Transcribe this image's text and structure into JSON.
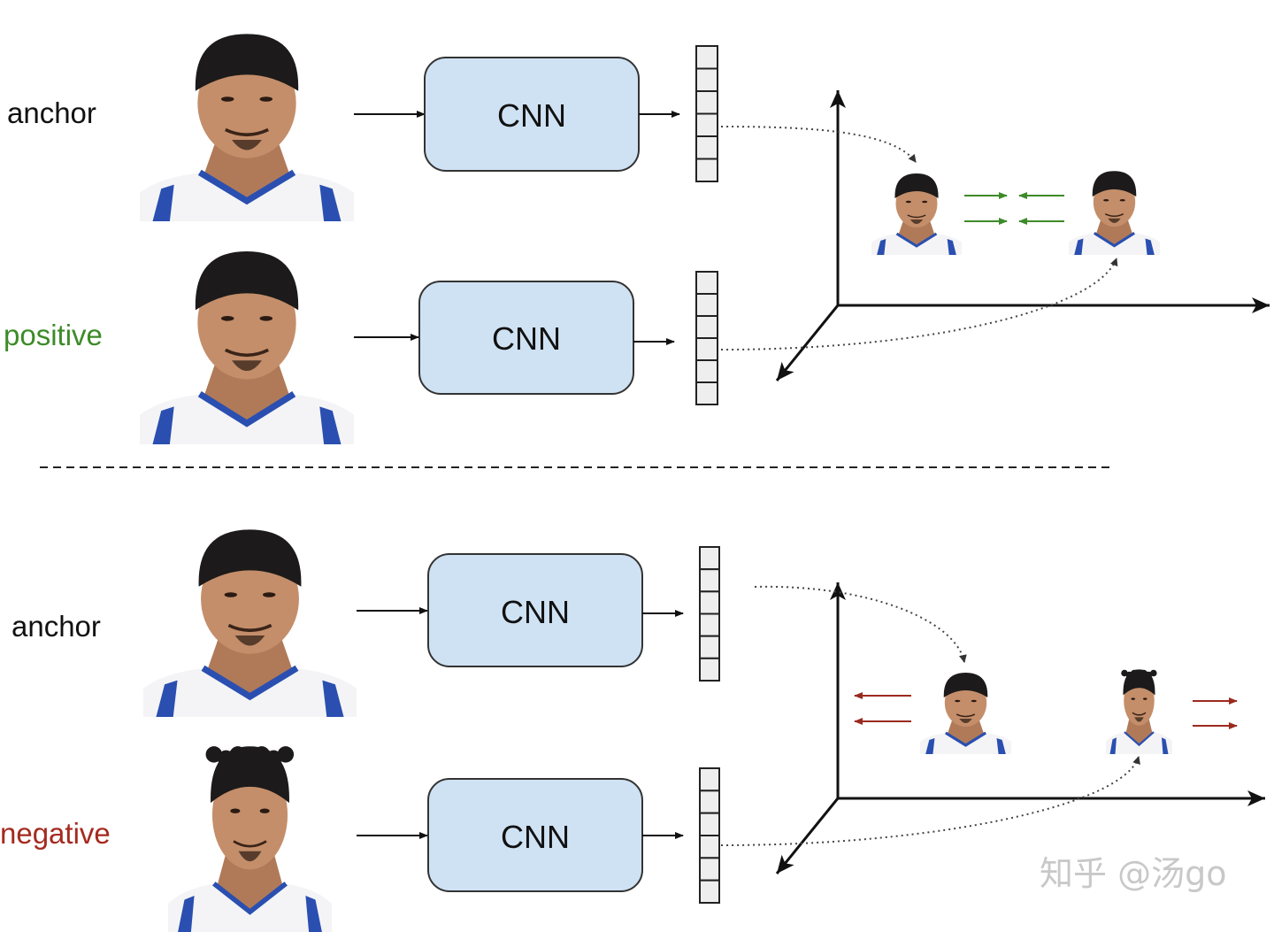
{
  "colors": {
    "cnn_fill": "#cfe2f3",
    "cnn_stroke": "#333333",
    "positive": "#3d8b28",
    "negative": "#a52a1f",
    "pull_arrows": "#3d8b28",
    "push_arrows": "#9b2a1e",
    "embedding_cell": "#eeeeee"
  },
  "top": {
    "anchor_label": "anchor",
    "positive_label": "positive",
    "cnn_anchor": "CNN",
    "cnn_positive": "CNN",
    "relation": "pull-together"
  },
  "bottom": {
    "anchor_label": "anchor",
    "negative_label": "negative",
    "cnn_anchor": "CNN",
    "cnn_negative": "CNN",
    "relation": "push-apart"
  },
  "watermark": "知乎 @汤go"
}
